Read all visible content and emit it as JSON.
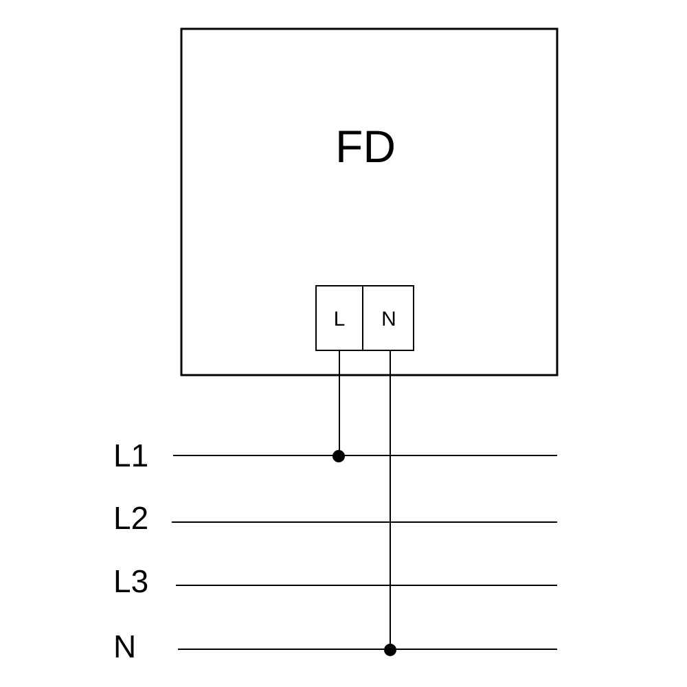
{
  "device": {
    "label": "FD",
    "terminals": [
      {
        "label": "L"
      },
      {
        "label": "N"
      }
    ]
  },
  "bus_lines": [
    {
      "label": "L1"
    },
    {
      "label": "L2"
    },
    {
      "label": "L3"
    },
    {
      "label": "N"
    }
  ],
  "colors": {
    "stroke": "#000000",
    "background": "#ffffff"
  }
}
